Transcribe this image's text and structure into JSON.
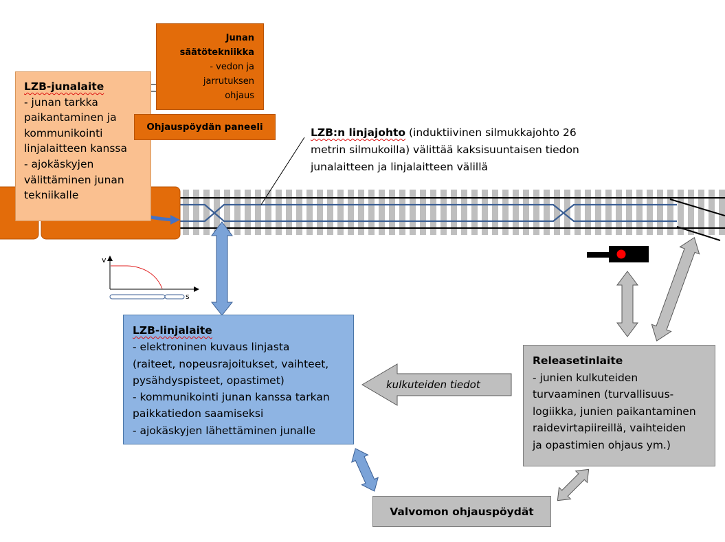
{
  "junalaite": {
    "title": "LZB-junalaite",
    "lines": [
      "- junan tarkka",
      "paikantaminen ja",
      "kommunikointi",
      "linjalaitteen kanssa",
      "- ajokäskyjen",
      "välittäminen junan",
      "tekniikalle"
    ]
  },
  "saatotekniikka": {
    "title_lines": [
      "Junan",
      "säätötekniikka"
    ],
    "lines": [
      "- vedon ja",
      "jarrutuksen",
      "ohjaus"
    ]
  },
  "paneeli": {
    "label": "Ohjauspöydän paneeli"
  },
  "linjajohto": {
    "title": "LZB:n linjajohto",
    "line1_rest": " (induktiivinen silmukkajohto 26",
    "line2": "metrin silmukoilla) välittää kaksisuuntaisen tiedon",
    "line3": "junalaitteen ja linjalaitteen välillä"
  },
  "graph": {
    "ylabel": "v",
    "xlabel": "s"
  },
  "linjalaite": {
    "title": "LZB-linjalaite",
    "lines": [
      "- elektroninen kuvaus linjasta",
      "(raiteet, nopeusrajoitukset, vaihteet,",
      "pysähdyspisteet, opastimet)",
      "- kommunikointi junan kanssa tarkan",
      "paikkatiedon saamiseksi",
      "- ajokäskyjen lähettäminen junalle"
    ]
  },
  "kulkuteiden": {
    "label": "kulkuteiden tiedot"
  },
  "releaset": {
    "title": "Releasetinlaite",
    "lines": [
      "- junien kulkuteiden",
      "turvaaminen (turvallisuus-",
      "logiikka, junien paikantaminen",
      "raidevirtapiireillä, vaihteiden",
      "ja opastimien ohjaus ym.)"
    ]
  },
  "valvomo": {
    "label": "Valvomon ohjauspöydät"
  },
  "colors": {
    "orange": "#e36c0a",
    "peach": "#fac090",
    "blue": "#8eb4e3",
    "blue_arrow": "#7ba3d8",
    "grey": "#bfbfbf",
    "track_blue": "#3b5f94",
    "signal_red": "#ff0000"
  }
}
